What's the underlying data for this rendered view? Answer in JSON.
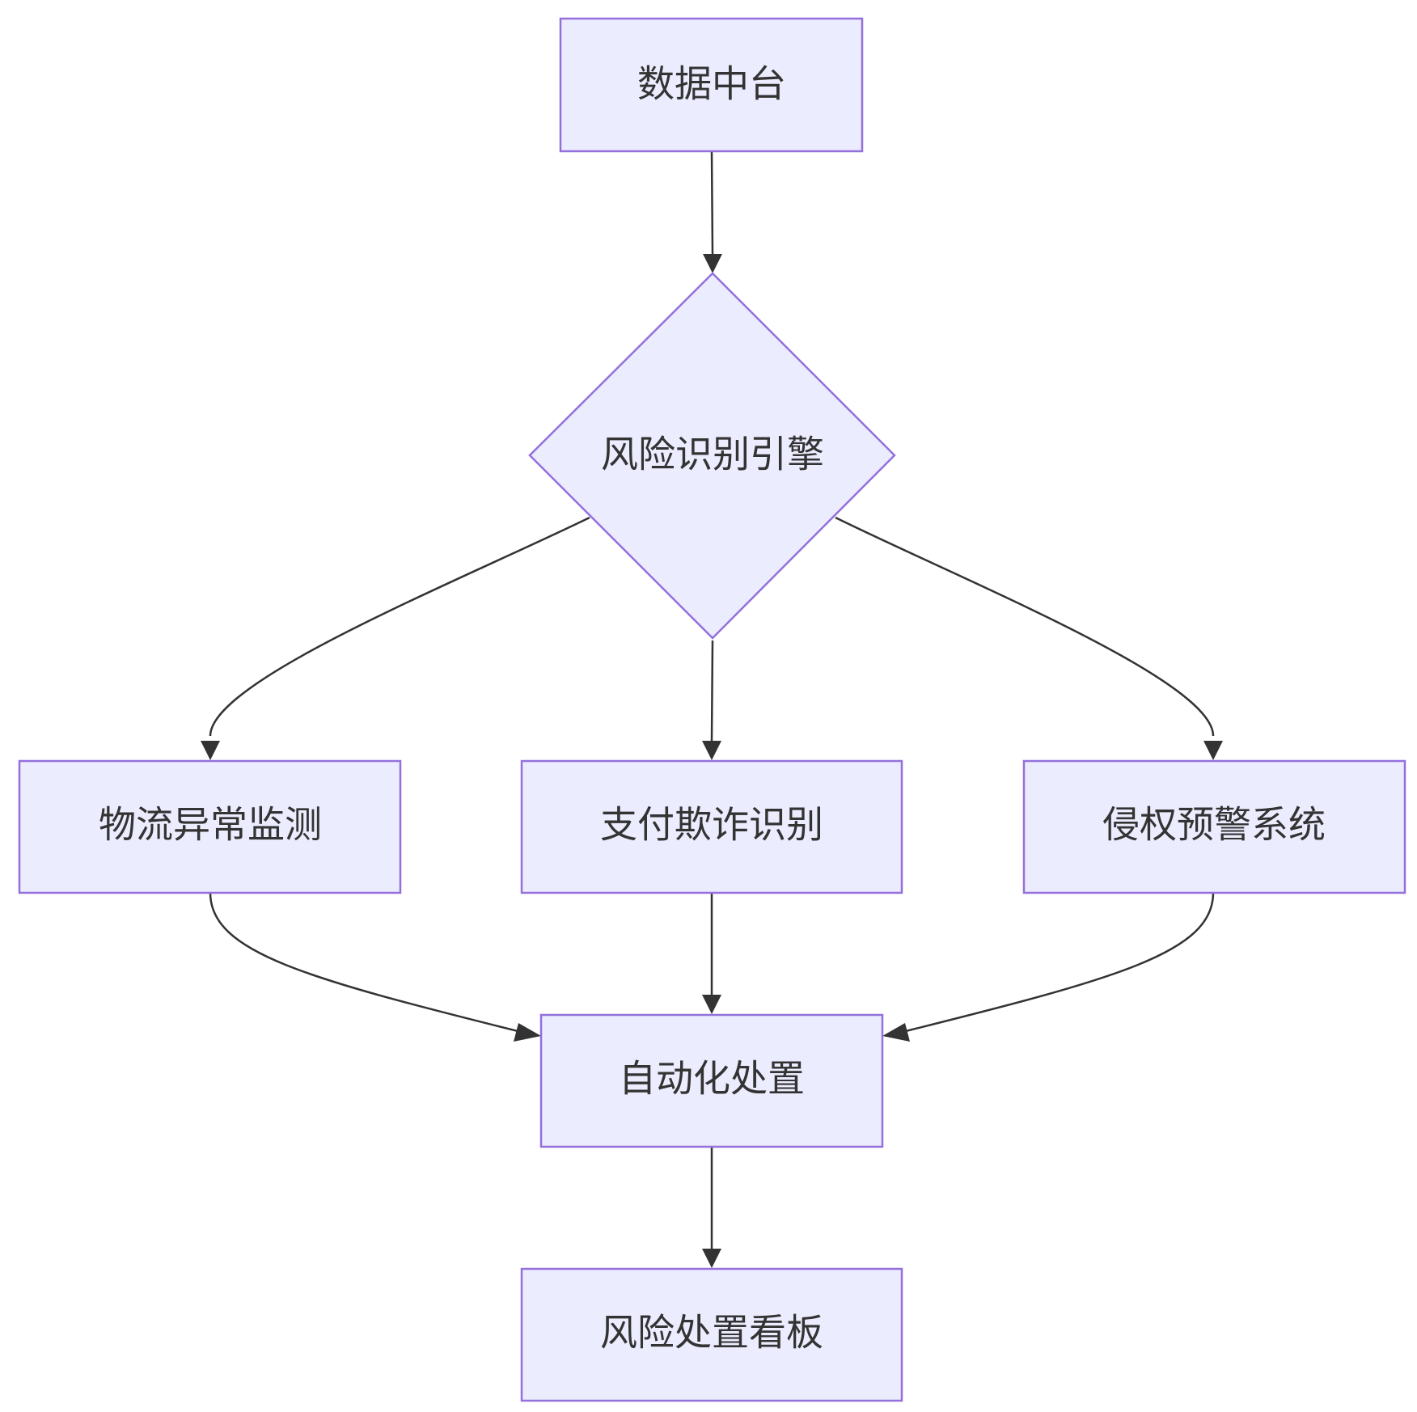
{
  "diagram": {
    "nodes": {
      "data_platform": "数据中台",
      "risk_engine": "风险识别引擎",
      "logistics_monitoring": "物流异常监测",
      "payment_fraud": "支付欺诈识别",
      "infringement_alert": "侵权预警系统",
      "auto_disposal": "自动化处置",
      "risk_dashboard": "风险处置看板"
    },
    "edges": [
      {
        "from": "数据中台",
        "to": "风险识别引擎"
      },
      {
        "from": "风险识别引擎",
        "to": "物流异常监测"
      },
      {
        "from": "风险识别引擎",
        "to": "支付欺诈识别"
      },
      {
        "from": "风险识别引擎",
        "to": "侵权预警系统"
      },
      {
        "from": "物流异常监测",
        "to": "自动化处置"
      },
      {
        "from": "支付欺诈识别",
        "to": "自动化处置"
      },
      {
        "from": "侵权预警系统",
        "to": "自动化处置"
      },
      {
        "from": "自动化处置",
        "to": "风险处置看板"
      }
    ],
    "colors": {
      "node_fill": "#ECECFF",
      "node_stroke": "#9370DB",
      "edge": "#333333",
      "text": "#333333"
    }
  }
}
